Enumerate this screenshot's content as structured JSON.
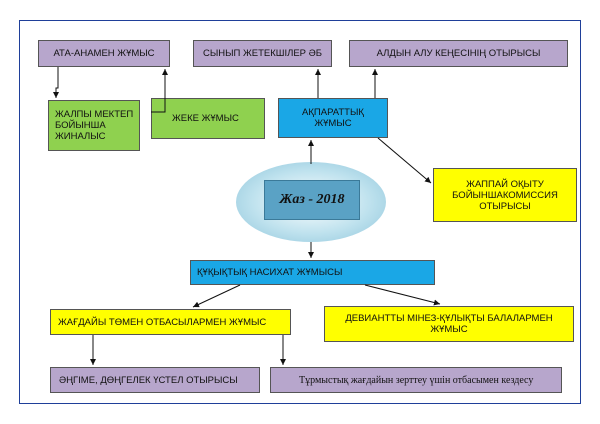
{
  "diagram": {
    "center": "Жаз - 2018",
    "nodes": {
      "ata_anamen": "АТА-АНАМЕН ЖҰМЫС",
      "synyp": "СЫНЫП ЖЕТЕКШІЛЕР ӘБ",
      "aldyn_alu": "АЛДЫН АЛУ КЕҢЕСІНІҢ ОТЫРЫСЫ",
      "zhalpy": "ЖАЛПЫ МЕКТЕП БОЙЫНША ЖИНАЛЫС",
      "zheke": "ЖЕКЕ ЖҰМЫС",
      "akparattyk": "АҚПАРАТТЫҚ ЖҰМЫС",
      "zhappai": "ЖАППАЙ ОҚЫТУ БОЙЫНШАКОМИССИЯ ОТЫРЫСЫ",
      "kukyktyk": "ҚҰҚЫҚТЫҚ НАСИХАТ ЖҰМЫСЫ",
      "zhagdaiy": "ЖАҒДАЙЫ ТӨМЕН ОТБАСЫЛАРМЕН ЖҰМЫС",
      "deviantty": "ДЕВИАНТТЫ МІНЕЗ-ҚҰЛЫҚТЫ БАЛАЛАРМЕН ЖҰМЫС",
      "angime": "ӘҢГІМЕ, ДӨҢГЕЛЕК ҮСТЕЛ ОТЫРЫСЫ",
      "turmystyk": "Тұрмыстық жағдайын зерттеу үшін отбасымен кездесу"
    },
    "colors": {
      "purple": "#b7a6cc",
      "green": "#8fd14f",
      "blue": "#1aa7e6",
      "yellow": "#ffff00",
      "center": "#5aa2c5"
    }
  }
}
